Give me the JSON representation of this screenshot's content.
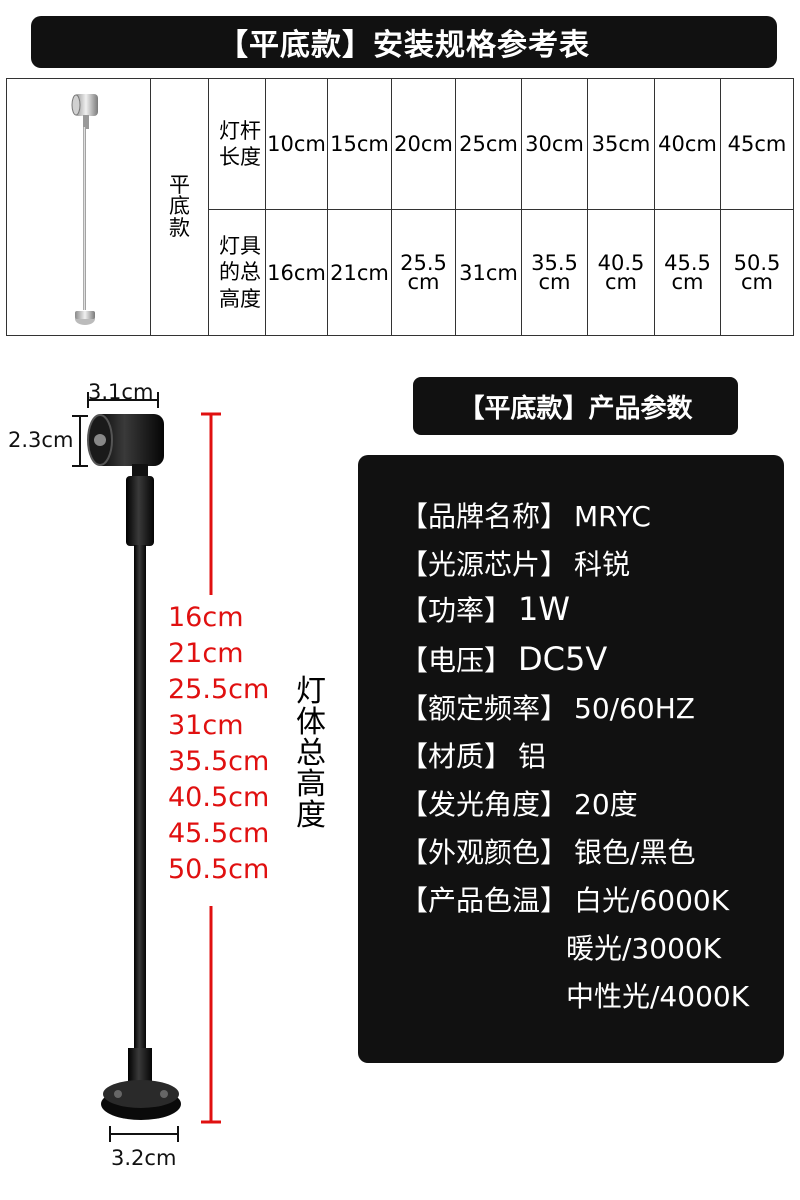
{
  "header": {
    "title": "【平底款】安装规格参考表"
  },
  "spec_table": {
    "model": [
      "平",
      "底",
      "款"
    ],
    "row1_label": [
      "灯杆",
      "长度"
    ],
    "row1_values": [
      "10cm",
      "15cm",
      "20cm",
      "25cm",
      "30cm",
      "35cm",
      "40cm",
      "45cm"
    ],
    "row2_label": [
      "灯具",
      "的总",
      "高度"
    ],
    "row2_values": [
      {
        "main": "16cm"
      },
      {
        "main": "21cm"
      },
      {
        "main": "25.5",
        "unit": "cm"
      },
      {
        "main": "31cm"
      },
      {
        "main": "35.5",
        "unit": "cm"
      },
      {
        "main": "40.5",
        "unit": "cm"
      },
      {
        "main": "45.5",
        "unit": "cm"
      },
      {
        "main": "50.5",
        "unit": "cm"
      }
    ]
  },
  "dimensions": {
    "head_width": "3.1cm",
    "head_height": "2.3cm",
    "base_width": "3.2cm",
    "total_heights": [
      "16cm",
      "21cm",
      "25.5cm",
      "31cm",
      "35.5cm",
      "40.5cm",
      "45.5cm",
      "50.5cm"
    ],
    "total_height_label": "灯体总高度"
  },
  "params": {
    "title": "【平底款】产品参数",
    "rows": [
      {
        "label": "【品牌名称】",
        "value": "MRYC"
      },
      {
        "label": "【光源芯片】",
        "value": "科锐"
      },
      {
        "label": "【功率】",
        "value": "1W"
      },
      {
        "label": "【电压】",
        "value": "DC5V"
      },
      {
        "label": "【额定频率】",
        "value": "50/60HZ"
      },
      {
        "label": "【材质】",
        "value": "铝"
      },
      {
        "label": "【发光角度】",
        "value": "20度"
      },
      {
        "label": "【外观颜色】",
        "value": "银色/黑色"
      },
      {
        "label": "【产品色温】",
        "value": "白光/6000K"
      },
      {
        "label": "",
        "value": "暖光/3000K"
      },
      {
        "label": "",
        "value": "中性光/4000K"
      }
    ]
  },
  "colors": {
    "dark_panel": "#111111",
    "dimension_red": "#e01010"
  }
}
